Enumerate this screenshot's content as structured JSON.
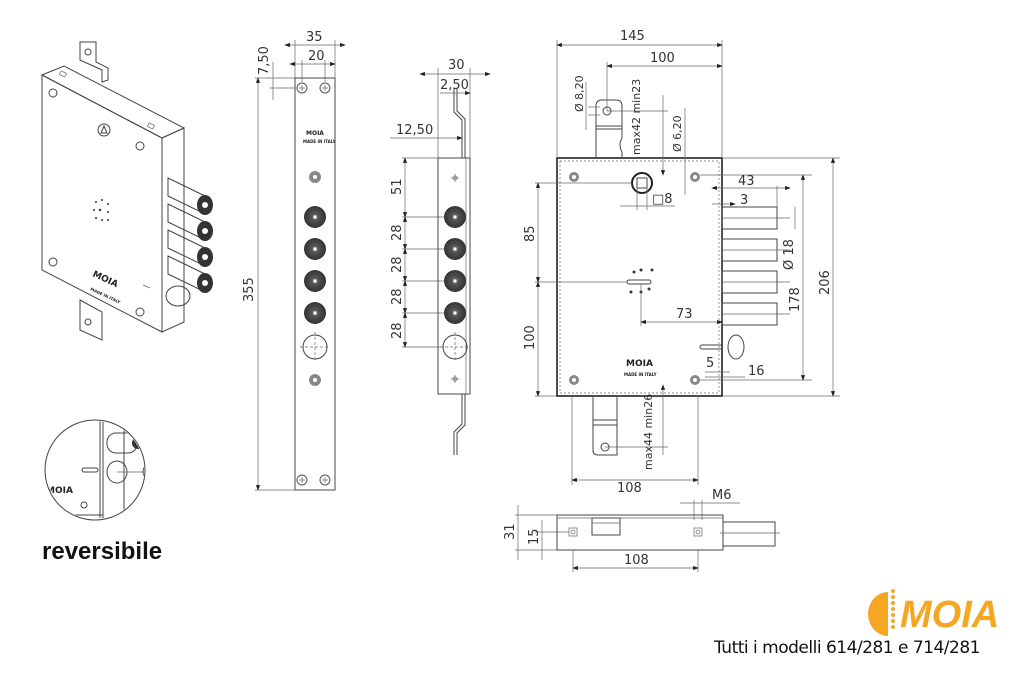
{
  "caption": "reversibile",
  "footer": "Tutti i modelli  614/281 e 714/281",
  "logo": {
    "text": "MOIA",
    "color": "#f5a623"
  },
  "brand_marks": {
    "name": "MOIA",
    "origin": "MADE IN ITALY"
  },
  "front_view": {
    "dims": {
      "width": "35",
      "hole_spacing": "20",
      "top_offset": "7,50",
      "height": "355"
    }
  },
  "side_view": {
    "dims": {
      "width": "30",
      "offset_small": "2,50",
      "offset": "12,50",
      "first": "51",
      "pitch": [
        "28",
        "28",
        "28",
        "28"
      ]
    }
  },
  "main_view": {
    "dims": {
      "overall_width": "145",
      "backset": "100",
      "hole_dia_top": "Ø 8,20",
      "strike_top": "max42 min23",
      "hole_dia": "Ø 6,20",
      "bolt_throw": "43",
      "bolt_offset": "3",
      "bolt_dia": "Ø 18",
      "bolt_span": "178",
      "overall_height": "206",
      "spindle_square": "□8",
      "upper_height": "85",
      "lower_height": "100",
      "latch_offset": "73",
      "latch_a": "5",
      "latch_b": "16",
      "strike_bottom": "max44 min26",
      "bottom_width": "108"
    }
  },
  "bottom_view": {
    "dims": {
      "thread": "M6",
      "height": "31",
      "inner": "15",
      "hole_spacing": "108"
    }
  }
}
